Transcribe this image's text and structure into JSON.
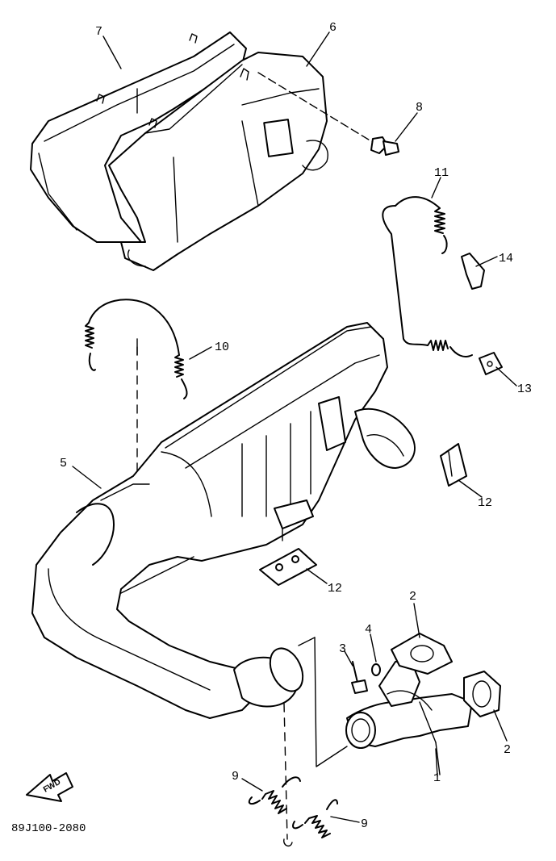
{
  "diagram": {
    "parts": [
      {
        "id": "p1",
        "number": "1",
        "name": "exhaust-pipe"
      },
      {
        "id": "p2a",
        "number": "2",
        "name": "gasket"
      },
      {
        "id": "p2b",
        "number": "2",
        "name": "gasket"
      },
      {
        "id": "p3",
        "number": "3",
        "name": "bolt"
      },
      {
        "id": "p4",
        "number": "4",
        "name": "washer"
      },
      {
        "id": "p5",
        "number": "5",
        "name": "muffler"
      },
      {
        "id": "p6",
        "number": "6",
        "name": "inner-heat-shield"
      },
      {
        "id": "p7",
        "number": "7",
        "name": "outer-heat-shield"
      },
      {
        "id": "p8",
        "number": "8",
        "name": "shield-bolt"
      },
      {
        "id": "p9a",
        "number": "9",
        "name": "spring"
      },
      {
        "id": "p9b",
        "number": "9",
        "name": "spring"
      },
      {
        "id": "p10",
        "number": "10",
        "name": "muffler-band"
      },
      {
        "id": "p11",
        "number": "11",
        "name": "rear-band"
      },
      {
        "id": "p12a",
        "number": "12",
        "name": "damper-plate"
      },
      {
        "id": "p12b",
        "number": "12",
        "name": "damper-plate"
      },
      {
        "id": "p13",
        "number": "13",
        "name": "clip"
      },
      {
        "id": "p14",
        "number": "14",
        "name": "bracket"
      }
    ],
    "direction_label": "FWD",
    "diagram_code": "89J100-2080"
  }
}
